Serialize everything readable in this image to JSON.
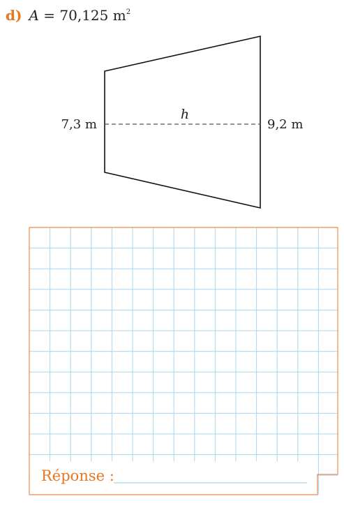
{
  "exercise": {
    "label": "d)",
    "variable": "A",
    "equals": " = ",
    "value": "70,125 m",
    "unit_exponent": "2"
  },
  "figure": {
    "left_side": "7,3 m",
    "right_side": "9,2 m",
    "height_label": "h"
  },
  "answer": {
    "label": "Réponse :"
  },
  "colors": {
    "accent": "#e87722",
    "grid": "#a9d6ee",
    "frame": "#ef8a4a",
    "text": "#222222"
  }
}
